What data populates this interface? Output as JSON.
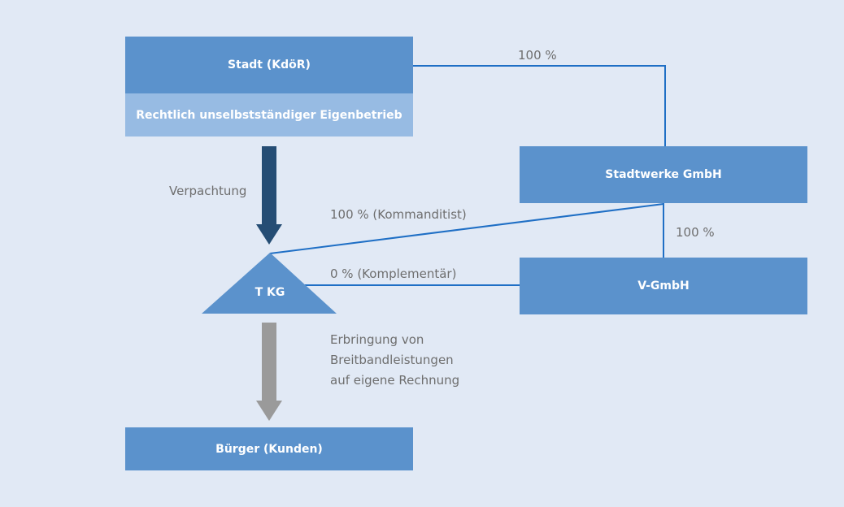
{
  "nodes": {
    "stadt": "Stadt (KdöR)",
    "eigenbetrieb": "Rechtlich unselbstständiger Eigenbetrieb",
    "stadtwerke": "Stadtwerke GmbH",
    "vgmbh": "V-GmbH",
    "tkg": "T KG",
    "buerger": "Bürger (Kunden)"
  },
  "edges": {
    "stadt_stadtwerke": "100 %",
    "stadtwerke_vgmbh": "100 %",
    "stadtwerke_tkg": "100 % (Kommanditist)",
    "vgmbh_tkg": "0 % (Komplementär)",
    "verpachtung": "Verpachtung",
    "erbringung_lines": [
      "Erbringung von",
      "Breitbandleistungen",
      "auf eigene Rechnung"
    ]
  },
  "colors": {
    "background": "#e1e9f5",
    "box": "#5b92cc",
    "box_light": "#97bbe3",
    "line": "#1f6fc5",
    "arrow_dark": "#254d74",
    "arrow_grey": "#9a9a9a",
    "label_text": "#6e6e6e"
  }
}
